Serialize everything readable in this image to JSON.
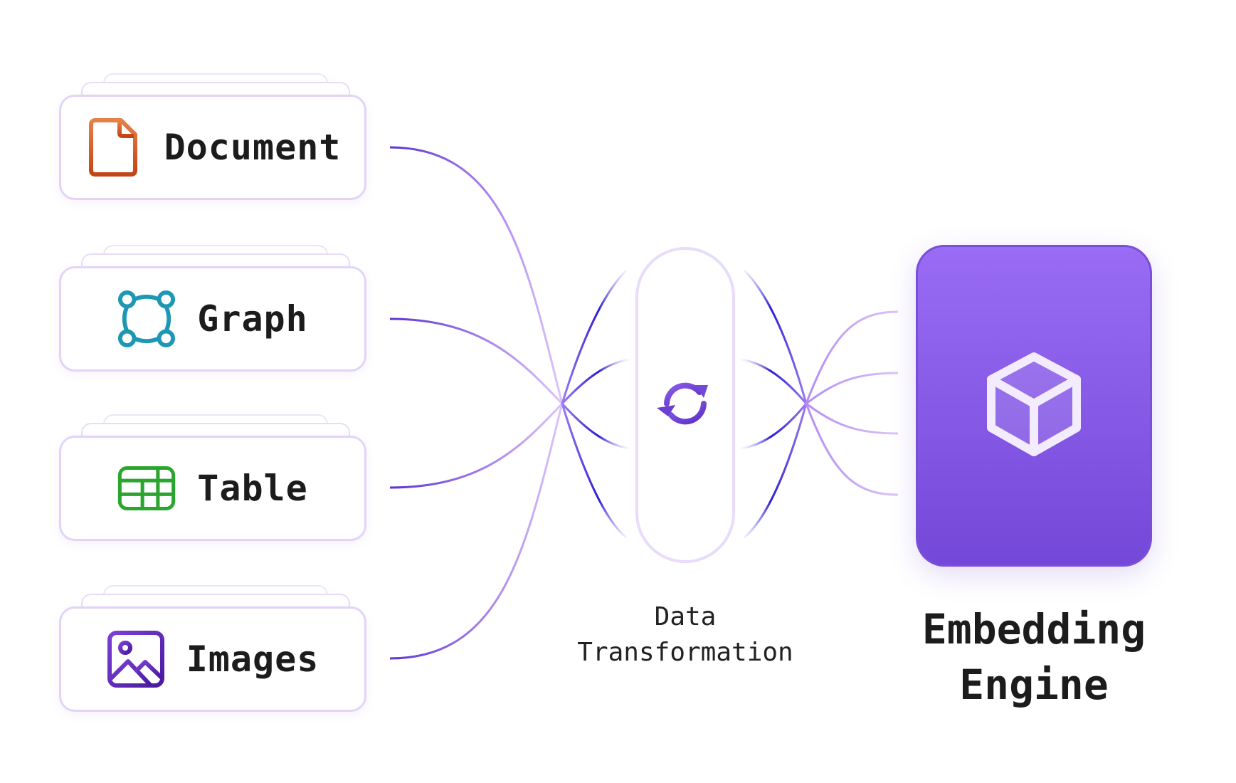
{
  "diagram": {
    "sources": [
      {
        "label": "Document",
        "icon": "document-icon",
        "color": "#d2622b"
      },
      {
        "label": "Graph",
        "icon": "graph-nodes-icon",
        "color": "#1e97b5"
      },
      {
        "label": "Table",
        "icon": "table-grid-icon",
        "color": "#2aa52e"
      },
      {
        "label": "Images",
        "icon": "image-icon",
        "color": "#5b21b6"
      }
    ],
    "transform": {
      "label_line1": "Data",
      "label_line2": "Transformation",
      "icon": "refresh-icon"
    },
    "engine": {
      "title_line1": "Embedding",
      "title_line2": "Engine",
      "icon": "cube-icon"
    },
    "colors": {
      "accent": "#7c4ddd",
      "connector_dark": "#5a35d0",
      "connector_light": "#d9c2fa",
      "connector_blue": "#2b1bd8",
      "card_border": "#e2d4f8"
    }
  }
}
